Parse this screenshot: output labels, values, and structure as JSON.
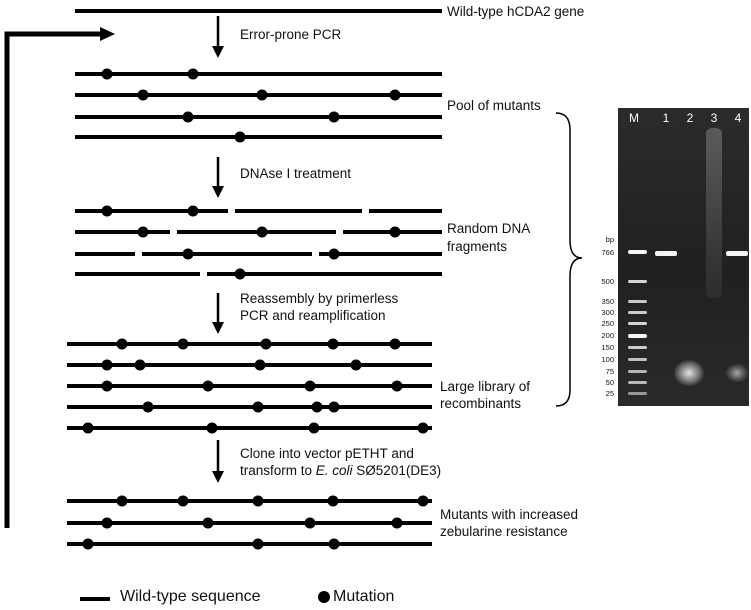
{
  "labels": {
    "wild_type_gene": "Wild-type hCDA2 gene",
    "step_error_prone": "Error-prone PCR",
    "pool": "Pool of mutants",
    "step_dnase": "DNAse I treatment",
    "fragments_line1": "Random DNA",
    "fragments_line2": "fragments",
    "step_reassembly_line1": "Reassembly by primerless",
    "step_reassembly_line2": "PCR and reamplification",
    "library_line1": "Large library of",
    "library_line2": "recombinants",
    "step_clone_line1": "Clone into vector pETHT and",
    "step_clone_line2_prefix": "transform to ",
    "step_clone_line2_italic": "E. coli",
    "step_clone_line2_suffix": " SØ5201(DE3)",
    "mutants_line1": "Mutants with increased",
    "mutants_line2": "zebularine resistance"
  },
  "legend": {
    "line_label": "Wild-type sequence",
    "dot_label": "Mutation"
  },
  "gel": {
    "lanes": [
      "M",
      "1",
      "2",
      "3",
      "4"
    ],
    "bp_unit": "bp",
    "bp_markers": [
      "766",
      "500",
      "350",
      "300",
      "250",
      "200",
      "150",
      "100",
      "75",
      "50",
      "25"
    ]
  },
  "colors": {
    "line": "#000000",
    "gel_bg": "#232323",
    "band": "#f4f4f4"
  }
}
